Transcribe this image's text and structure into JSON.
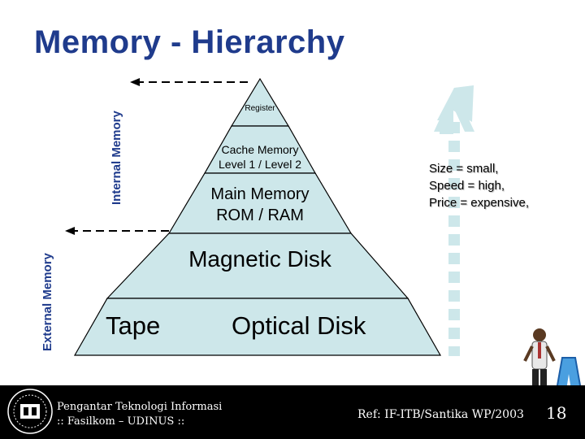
{
  "title": "Memory - Hierarchy",
  "side_labels": {
    "internal": "Internal Memory",
    "external": "External Memory"
  },
  "pyramid": {
    "register": "Register",
    "cache": [
      "Cache Memory",
      "Level 1 / Level 2"
    ],
    "main": [
      "Main Memory",
      "ROM / RAM"
    ],
    "magnetic": "Magnetic Disk",
    "tape": "Tape",
    "optical": "Optical Disk"
  },
  "note": {
    "line1": "Size = small,",
    "line2": "Speed = high,",
    "line3": "Price = expensive,"
  },
  "footer": {
    "line1": "Pengantar Teknologi Informasi",
    "line2": ":: Fasilkom – UDINUS ::",
    "ref": "Ref: IF-ITB/Santika WP/2003",
    "page": "18"
  },
  "colors": {
    "title": "#1f3b8c",
    "pyramid_fill": "#cde7ea",
    "arrow": "#cde7ea",
    "footer_bg": "#000000"
  },
  "icons": {
    "logo": "university-seal-icon",
    "mascot": "person-with-letter-a-icon"
  }
}
